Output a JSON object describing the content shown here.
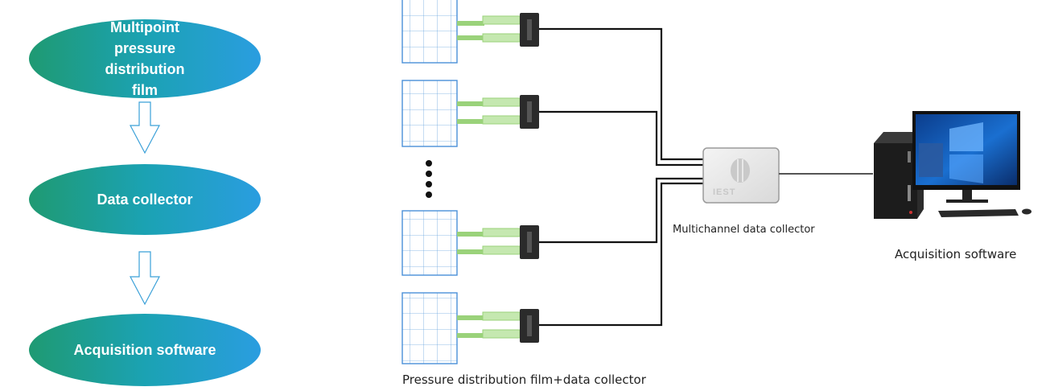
{
  "flow": {
    "steps": [
      {
        "line1": "Multipoint pressure",
        "line2": "distribution film"
      },
      {
        "label": "Data collector"
      },
      {
        "label": "Acquisition software"
      }
    ],
    "gradient_colors": [
      "#1f9a72",
      "#1ba2b3",
      "#2a9de0"
    ]
  },
  "captions": {
    "collector": "Multichannel data collector",
    "software": "Acquisition software",
    "film": "Pressure distribution film+data collector"
  },
  "device_label": "IEST",
  "colors": {
    "grid_line": "#4a90d9",
    "tail_green": "#8fcf6a",
    "wire": "#111111"
  },
  "icons": [
    "film-grid-icon",
    "connector-icon",
    "collector-box-icon",
    "computer-icon",
    "monitor-icon",
    "keyboard-icon",
    "mouse-icon",
    "down-arrow-icon",
    "ellipsis-dots-icon"
  ]
}
